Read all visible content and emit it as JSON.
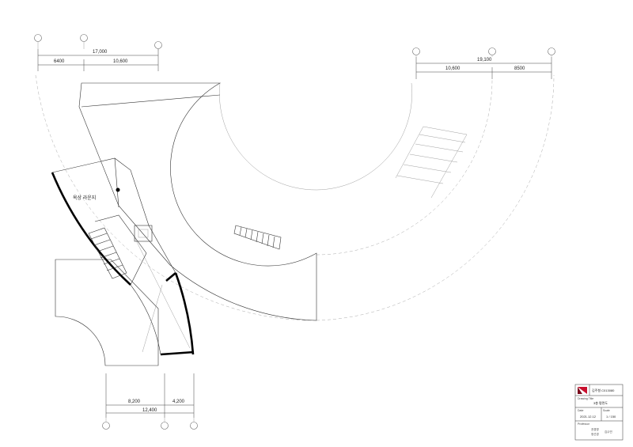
{
  "room_label": "옥상 라운지",
  "dimensions": {
    "top_left_total": "17,000",
    "top_left_a": "6400",
    "top_left_b": "10,600",
    "top_right_total": "19,100",
    "top_right_a": "10,600",
    "top_right_b": "8500",
    "bottom_a": "8,200",
    "bottom_b": "4,200",
    "bottom_total": "12,400"
  },
  "title_block": {
    "student": "김주형 C013080",
    "drawing_title_label": "Drawing Title",
    "drawing_title": "3층 평면도",
    "date_label": "Date",
    "date": "2021.12.12",
    "scale_label": "Scale",
    "scale": "1 / 150",
    "professor_label": "Professor",
    "professor_1": "권경명",
    "professor_2": "정선경",
    "professor_3": "김수빈"
  },
  "colors": {
    "logo_red": "#c8102e",
    "line": "#333333",
    "wall": "#000000"
  }
}
